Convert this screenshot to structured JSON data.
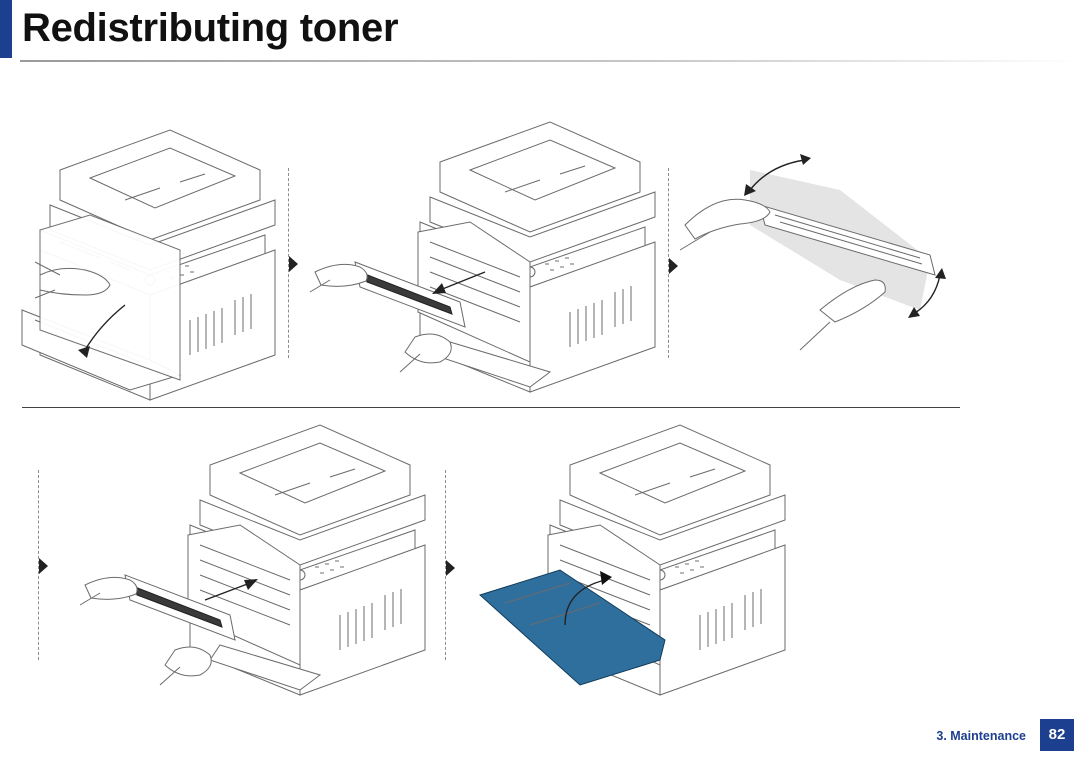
{
  "header": {
    "title": "Redistributing toner",
    "accent_color": "#1d3f8f"
  },
  "steps": [
    {
      "name": "open-front-cover",
      "icon": "printer-open-front-cover-illustration"
    },
    {
      "name": "pull-out-toner-cartridge",
      "icon": "toner-removal-illustration"
    },
    {
      "name": "shake-toner-cartridge",
      "icon": "toner-shake-illustration"
    },
    {
      "name": "reinsert-toner-cartridge",
      "icon": "toner-insert-illustration"
    },
    {
      "name": "close-front-cover",
      "icon": "printer-close-cover-illustration"
    }
  ],
  "footer": {
    "section": "3. Maintenance",
    "page_number": "82"
  }
}
